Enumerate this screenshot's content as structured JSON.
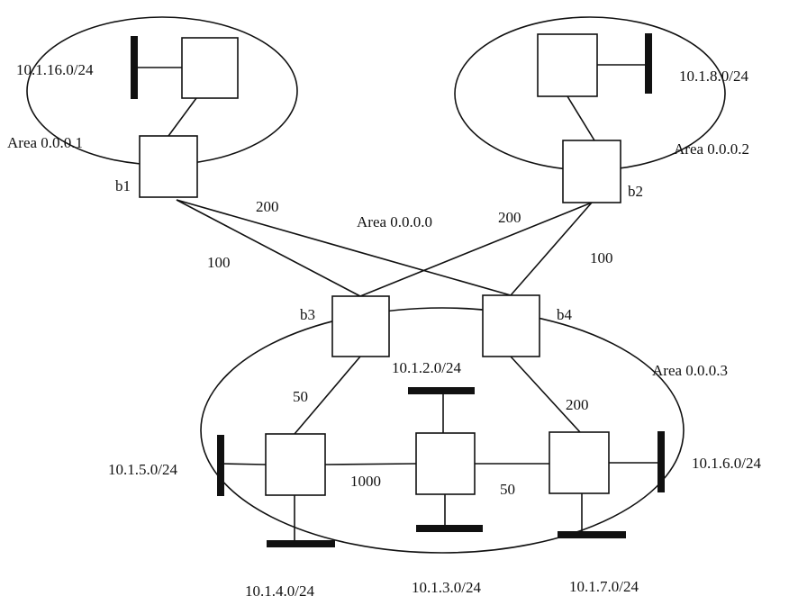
{
  "areas": {
    "area1": "Area 0.0.0.1",
    "area2": "Area 0.0.0.2",
    "area0": "Area 0.0.0.0",
    "area3": "Area 0.0.0.3"
  },
  "routers": {
    "b1": "b1",
    "b2": "b2",
    "b3": "b3",
    "b4": "b4"
  },
  "networks": {
    "n16": "10.1.16.0/24",
    "n8": "10.1.8.0/24",
    "n2": "10.1.2.0/24",
    "n5": "10.1.5.0/24",
    "n6": "10.1.6.0/24",
    "n4": "10.1.4.0/24",
    "n3": "10.1.3.0/24",
    "n7": "10.1.7.0/24"
  },
  "costs": {
    "b1_b4": "200",
    "b1_b3": "100",
    "b2_b3": "200",
    "b2_b4": "100",
    "b3_left": "50",
    "b4_right": "200",
    "left_center": "1000",
    "center_right": "50"
  },
  "colors": {
    "line": "#111111",
    "background": "#ffffff"
  }
}
